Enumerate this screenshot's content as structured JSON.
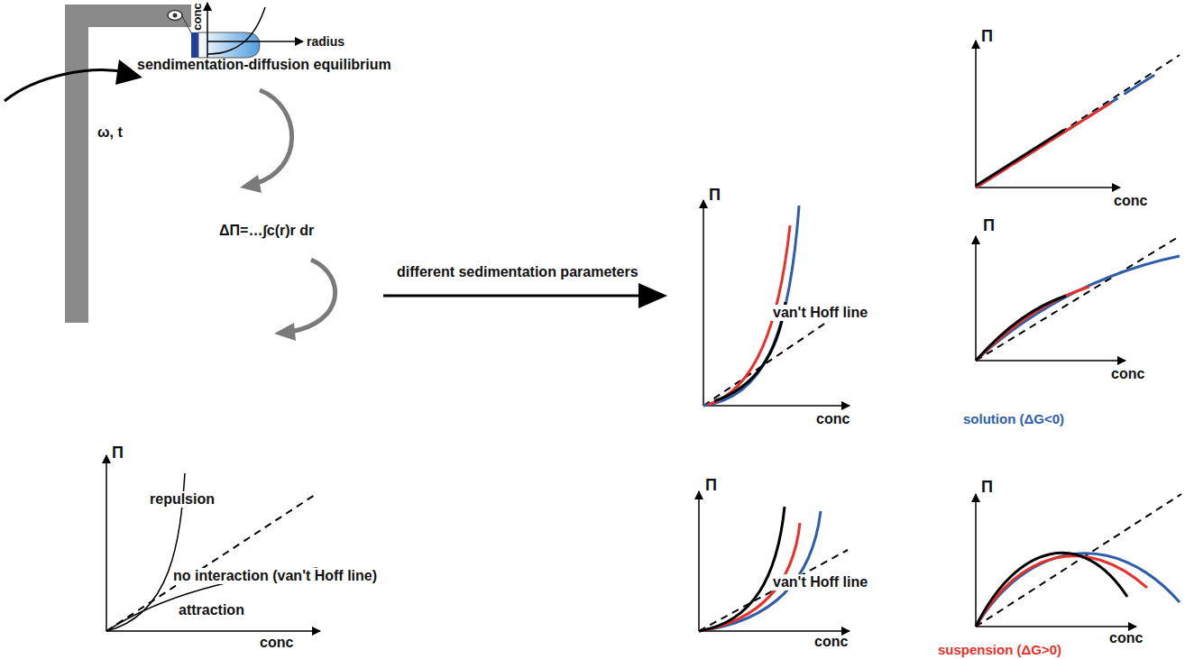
{
  "diagram": {
    "labels": [
      "conc",
      "radius",
      "sendimentation-diffusion equilibrium",
      "ω, t",
      "ΔΠ=…∫c(r)r dr",
      "Π",
      "repulsion",
      "no interaction (van't Hoff line)",
      "attraction",
      "conc",
      "different sedimentation parameters",
      "Π",
      "van't Hoff line",
      "conc",
      "Π",
      "conc",
      "Π",
      "conc",
      "solution (ΔG<0)",
      "Π",
      "van't Hoff line",
      "conc",
      "Π",
      "conc",
      "suspension (ΔG>0)"
    ]
  }
}
